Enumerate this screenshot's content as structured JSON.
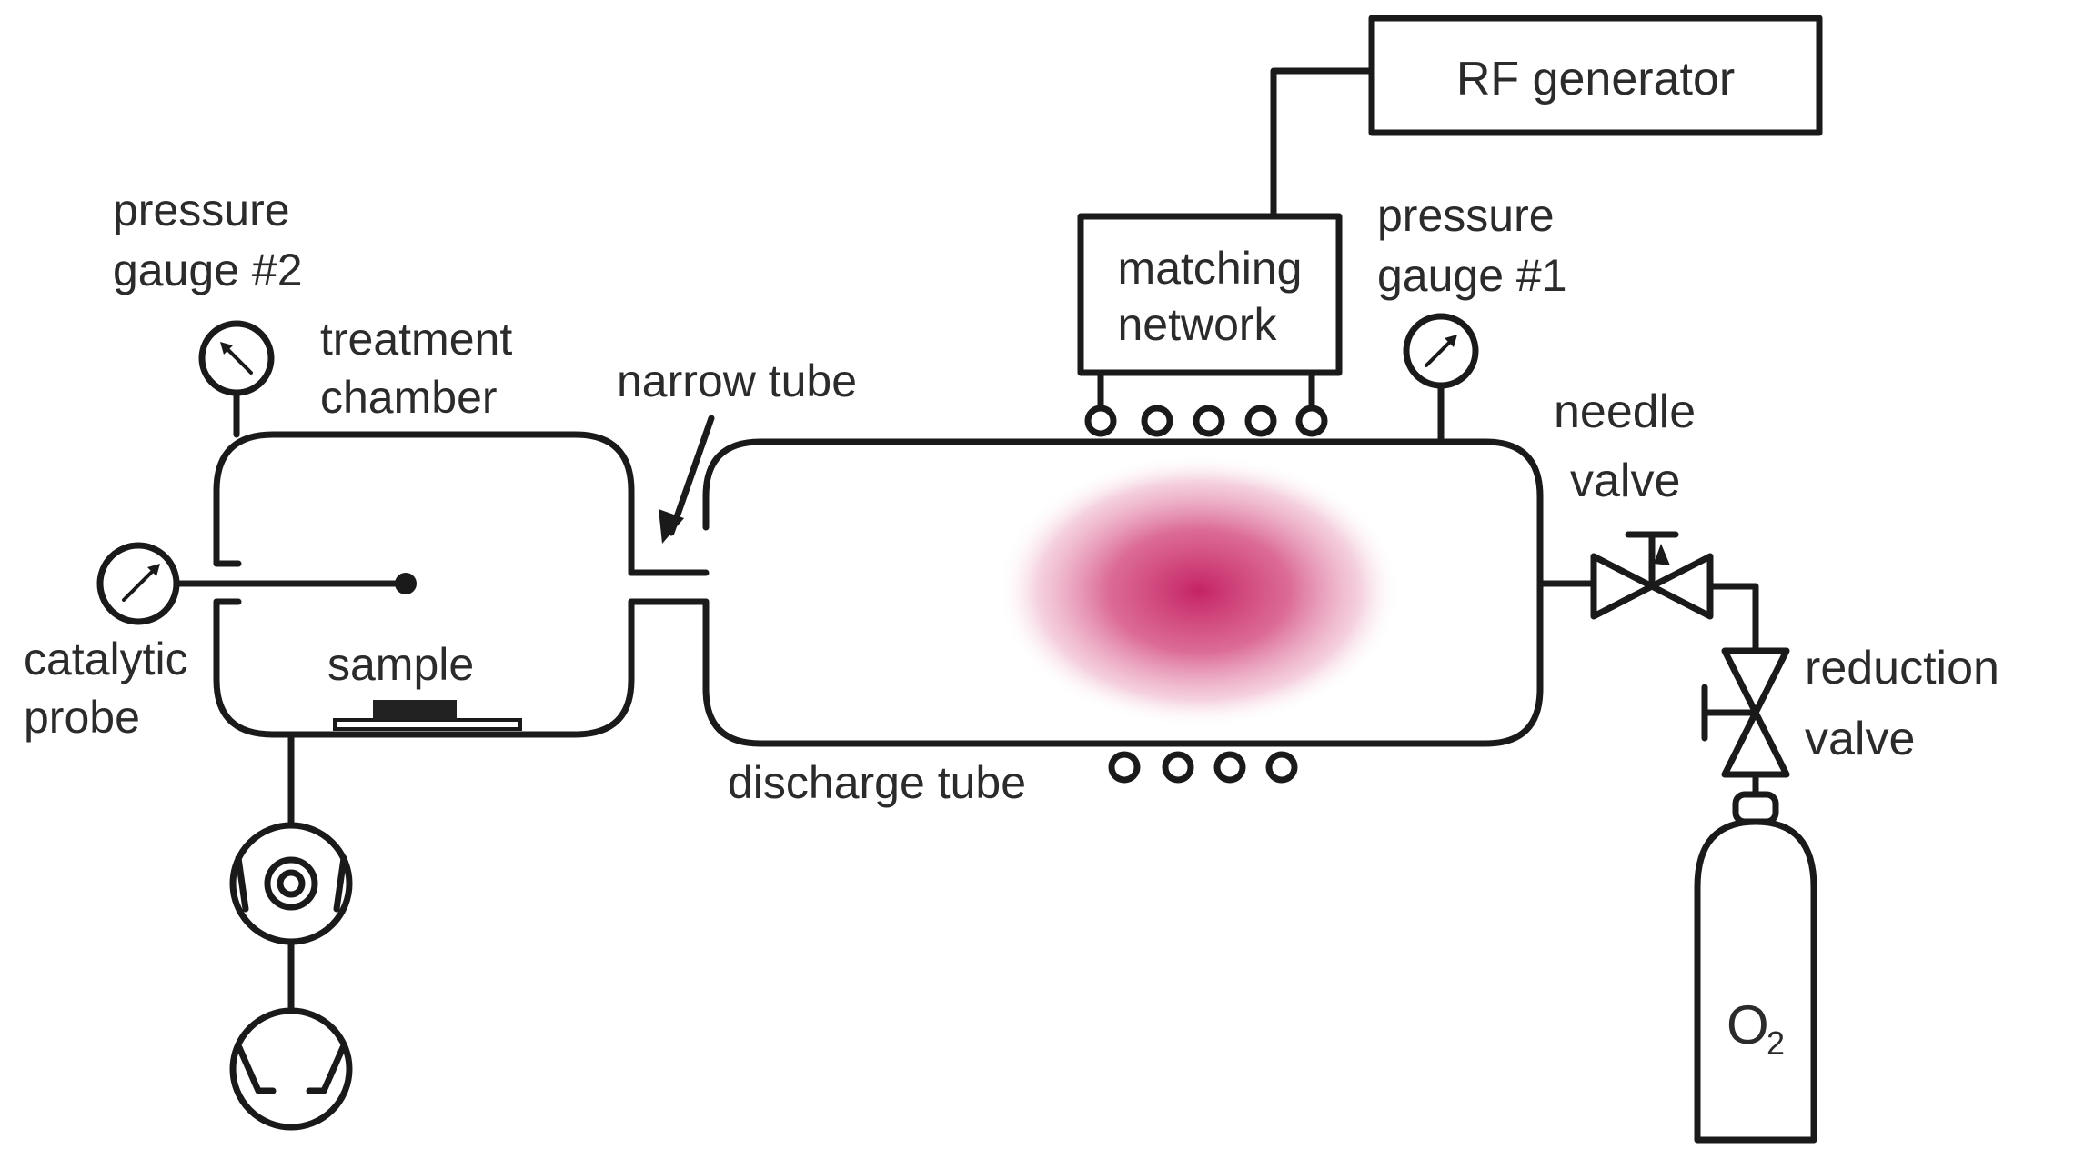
{
  "labels": {
    "rf_generator": "RF generator",
    "matching_network_line1": "matching",
    "matching_network_line2": "network",
    "pressure_gauge_1_line1": "pressure",
    "pressure_gauge_1_line2": "gauge #1",
    "pressure_gauge_2_line1": "pressure",
    "pressure_gauge_2_line2": "gauge #2",
    "treatment_chamber_line1": "treatment",
    "treatment_chamber_line2": "chamber",
    "narrow_tube": "narrow tube",
    "needle_valve_line1": "needle",
    "needle_valve_line2": "valve",
    "reduction_valve_line1": "reduction",
    "reduction_valve_line2": "valve",
    "catalytic_probe_line1": "catalytic",
    "catalytic_probe_line2": "probe",
    "sample": "sample",
    "discharge_tube": "discharge tube",
    "o2_main": "O",
    "o2_sub": "2"
  },
  "colors": {
    "line": "#1a1a1a",
    "plasma": "#c2185b",
    "sample_block": "#222222"
  }
}
